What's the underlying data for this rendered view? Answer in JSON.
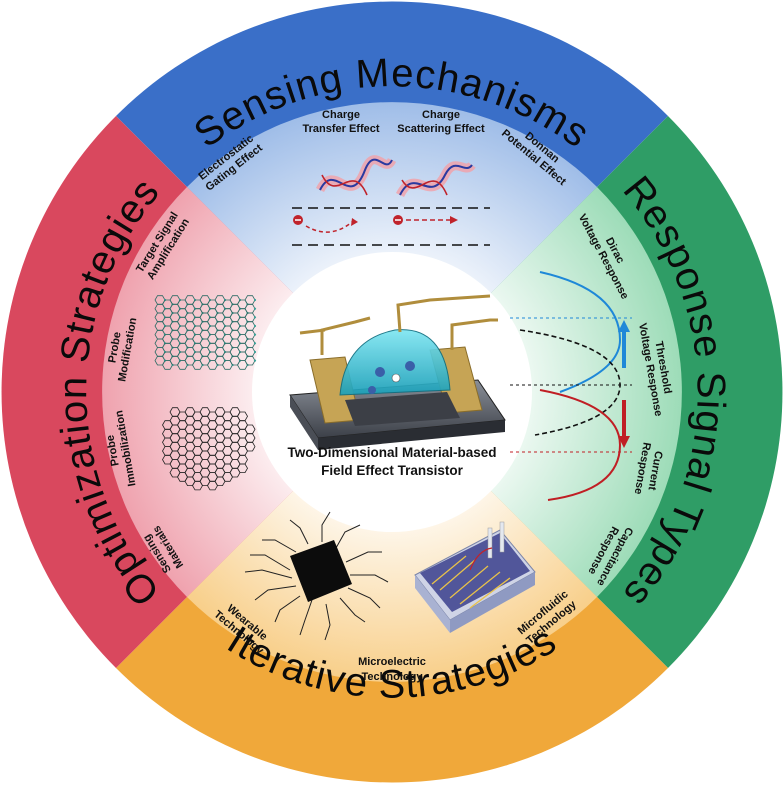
{
  "center": {
    "title_line1": "Two-Dimensional Material-based",
    "title_line2": "Field Effect Transistor"
  },
  "quadrants": {
    "top": {
      "title": "Sensing Mechanisms",
      "color": "#3a6fc8",
      "items": {
        "electrostatic_1": "Electrostatic",
        "electrostatic_2": "Gating Effect",
        "charge_transfer_1": "Charge",
        "charge_transfer_2": "Transfer Effect",
        "charge_scattering_1": "Charge",
        "charge_scattering_2": "Scattering  Effect",
        "donnan_1": "Donnan",
        "donnan_2": "Potential Effect"
      }
    },
    "right": {
      "title": "Response Signal Types",
      "color": "#2f9d66",
      "items": {
        "dirac_1": "Dirac",
        "dirac_2": "Voltage Response",
        "threshold_1": "Threshold",
        "threshold_2": "Voltage Response",
        "current_1": "Current",
        "current_2": "Response",
        "capacitance_1": "Capacitance",
        "capacitance_2": "Response"
      }
    },
    "bottom": {
      "title": "Iterative Strategies",
      "color": "#f0a83a",
      "items": {
        "wearable_1": "Wearable",
        "wearable_2": "Technology",
        "microelectric_1": "Microelectric",
        "microelectric_2": "Technology",
        "microfluidic_1": "Microfluidic",
        "microfluidic_2": "Technology"
      }
    },
    "left": {
      "title": "Optimization Strategies",
      "color": "#d9485e",
      "items": {
        "target_1": "Target Signal",
        "target_2": "Amplification",
        "probe_mod_1": "Probe",
        "probe_mod_2": "Modification",
        "probe_imm_1": "Probe",
        "probe_imm_2": "Immobilization",
        "sensing_1": "Sensing",
        "sensing_2": "Materials"
      }
    }
  },
  "icons": {
    "transistor": "fet-device-icon",
    "wave": "charge-wave-icon",
    "electron": "electron-icon",
    "curve": "response-curve-icon",
    "lattice": "honeycomb-lattice-icon",
    "chip": "microchip-icon",
    "fluidic": "microfluidic-chip-icon"
  }
}
